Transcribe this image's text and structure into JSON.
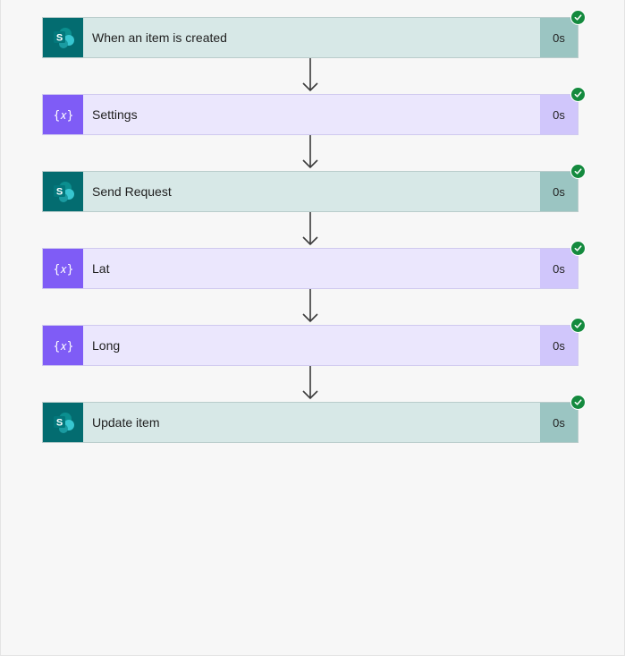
{
  "flow": {
    "steps": [
      {
        "id": "trigger",
        "label": "When an item is created",
        "duration": "0s",
        "connector": "sharepoint",
        "icon": "sharepoint-icon",
        "status": "succeeded"
      },
      {
        "id": "settings",
        "label": "Settings",
        "duration": "0s",
        "connector": "variable",
        "icon": "variable-icon",
        "status": "succeeded"
      },
      {
        "id": "send-request",
        "label": "Send Request",
        "duration": "0s",
        "connector": "sharepoint",
        "icon": "sharepoint-icon",
        "status": "succeeded"
      },
      {
        "id": "lat",
        "label": "Lat",
        "duration": "0s",
        "connector": "variable",
        "icon": "variable-icon",
        "status": "succeeded"
      },
      {
        "id": "long",
        "label": "Long",
        "duration": "0s",
        "connector": "variable",
        "icon": "variable-icon",
        "status": "succeeded"
      },
      {
        "id": "update-item",
        "label": "Update item",
        "duration": "0s",
        "connector": "sharepoint",
        "icon": "sharepoint-icon",
        "status": "succeeded"
      }
    ]
  },
  "colors": {
    "sharepoint_icon_bg": "#036c70",
    "sharepoint_card_bg": "#d7e8e7",
    "sharepoint_duration_bg": "#9bc5c2",
    "variable_icon_bg": "#7f5cf6",
    "variable_card_bg": "#ebe7fd",
    "variable_duration_bg": "#d0c6fb",
    "success": "#148a3e",
    "canvas_bg": "#f7f7f7"
  }
}
